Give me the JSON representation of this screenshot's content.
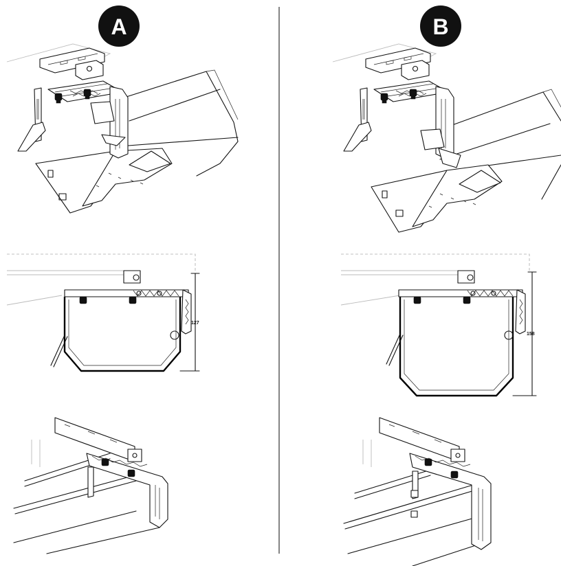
{
  "panels": [
    {
      "badge": "A",
      "dimension": "127"
    },
    {
      "badge": "B",
      "dimension": "158"
    }
  ],
  "colors": {
    "badge_fill": "#111111",
    "line": "#111111",
    "divider": "#333333",
    "guide": "#aaaaaa"
  }
}
